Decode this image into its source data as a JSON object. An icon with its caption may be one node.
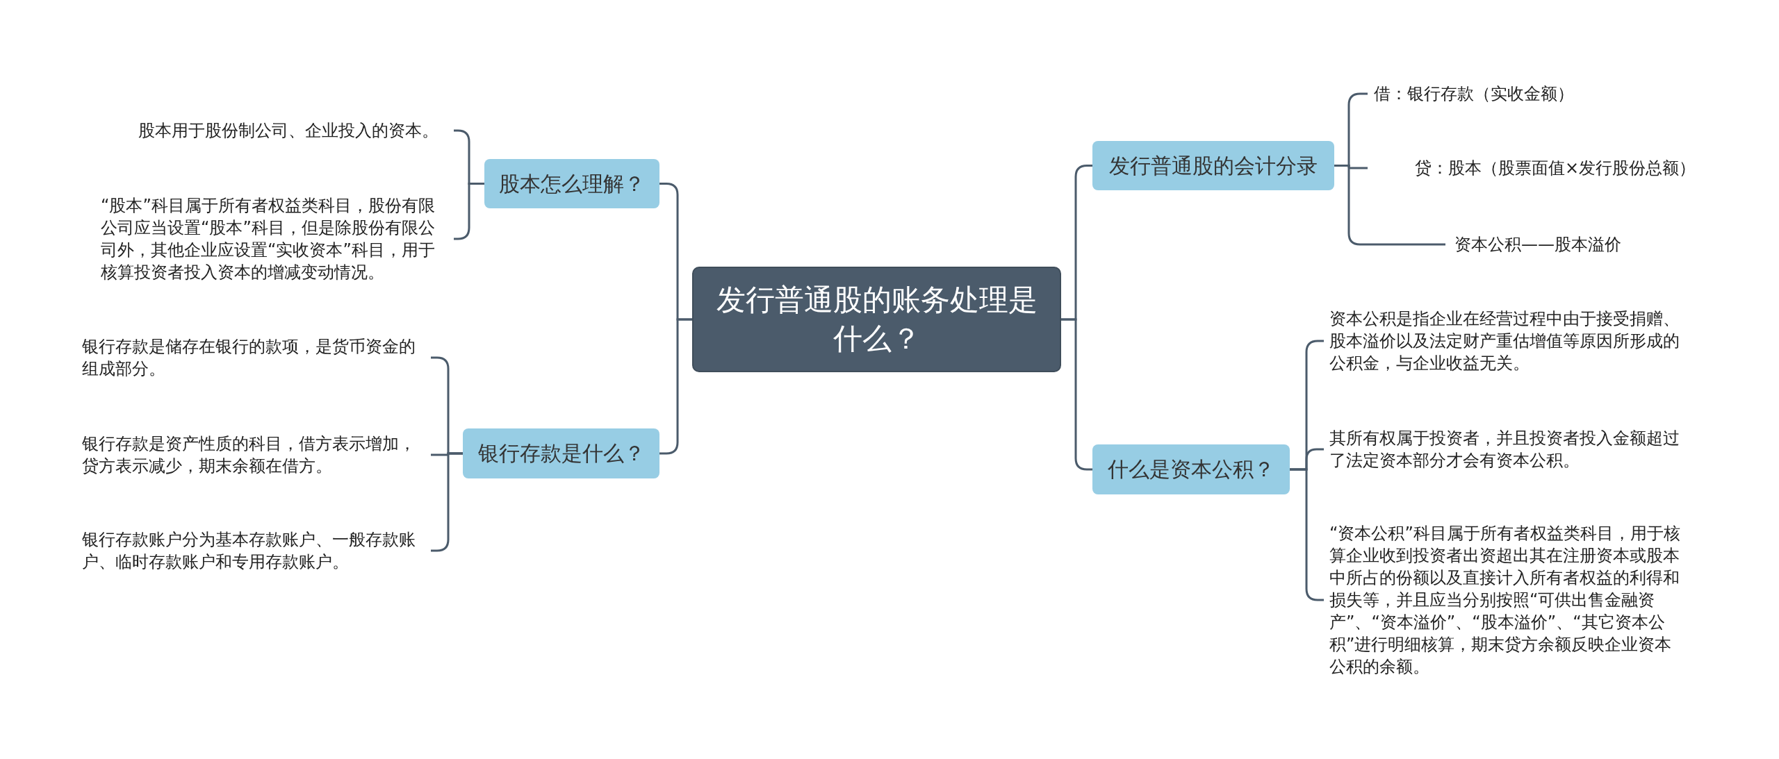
{
  "diagram": {
    "nodes": [
      {
        "text": [
          "发行普通股的账务处理是什么？"
        ]
      },
      {
        "text": [
          "股本怎么理解？"
        ]
      },
      {
        "text": [
          "股本用于股份制公司、企业投入的资本。"
        ]
      },
      {
        "text": [
          "“股本”科目属于所有者权益类科目，股份有限公司应当设置“股本”科目，但是除股份有限公司外，其他企业应设置“实收资本”科目，用于核算投资者投入资本的增减变动情况。"
        ]
      },
      {
        "text": [
          "银行存款是什么？"
        ]
      },
      {
        "text": [
          "银行存款是储存在银行的款项，是货币资金的组成部分。"
        ]
      },
      {
        "text": [
          "银行存款是资产性质的科目，借方表示增加，贷方表示减少，期末余额在借方。"
        ]
      },
      {
        "text": [
          "银行存款账户分为基本存款账户、一般存款账户、临时存款账户和专用存款账户。"
        ]
      },
      {
        "text": [
          "发行普通股的会计分录"
        ]
      },
      {
        "text": [
          "借：银行存款（实收金额）"
        ]
      },
      {
        "text": [
          "贷：股本（股票面值×发行股份总额）"
        ]
      },
      {
        "text": [
          "资本公积——股本溢价"
        ]
      },
      {
        "text": [
          "什么是资本公积？"
        ]
      },
      {
        "text": [
          "资本公积是指企业在经营过程中由于接受捐赠、股本溢价以及法定财产重估增值等原因所形成的公积金，与企业收益无关。"
        ]
      },
      {
        "text": [
          "其所有权属于投资者，并且投资者投入金额超过了法定资本部分才会有资本公积。"
        ]
      },
      {
        "text": [
          "“资本公积”科目属于所有者权益类科目，用于核算企业收到投资者出资超出其在注册资本或股本中所占的份额以及直接计入所有者权益的利得和损失等，并且应当分别按照“可供出售金融资产”、“资本溢价”、“股本溢价”、“其它资本公积”进行明细核算，期末贷方余额反映企业资本公积的余额。"
        ]
      }
    ],
    "edges": [
      {
        "from": 0,
        "to": 1,
        "arrow": "none"
      },
      {
        "from": 0,
        "to": 4,
        "arrow": "none"
      },
      {
        "from": 0,
        "to": 8,
        "arrow": "none"
      },
      {
        "from": 0,
        "to": 12,
        "arrow": "none"
      },
      {
        "from": 1,
        "to": 2,
        "arrow": "none"
      },
      {
        "from": 1,
        "to": 3,
        "arrow": "none"
      },
      {
        "from": 4,
        "to": 5,
        "arrow": "none"
      },
      {
        "from": 4,
        "to": 6,
        "arrow": "none"
      },
      {
        "from": 4,
        "to": 7,
        "arrow": "none"
      },
      {
        "from": 8,
        "to": 9,
        "arrow": "none"
      },
      {
        "from": 8,
        "to": 10,
        "arrow": "none"
      },
      {
        "from": 8,
        "to": 11,
        "arrow": "none"
      },
      {
        "from": 12,
        "to": 13,
        "arrow": "none"
      },
      {
        "from": 12,
        "to": 14,
        "arrow": "none"
      },
      {
        "from": 12,
        "to": 15,
        "arrow": "none"
      }
    ]
  }
}
